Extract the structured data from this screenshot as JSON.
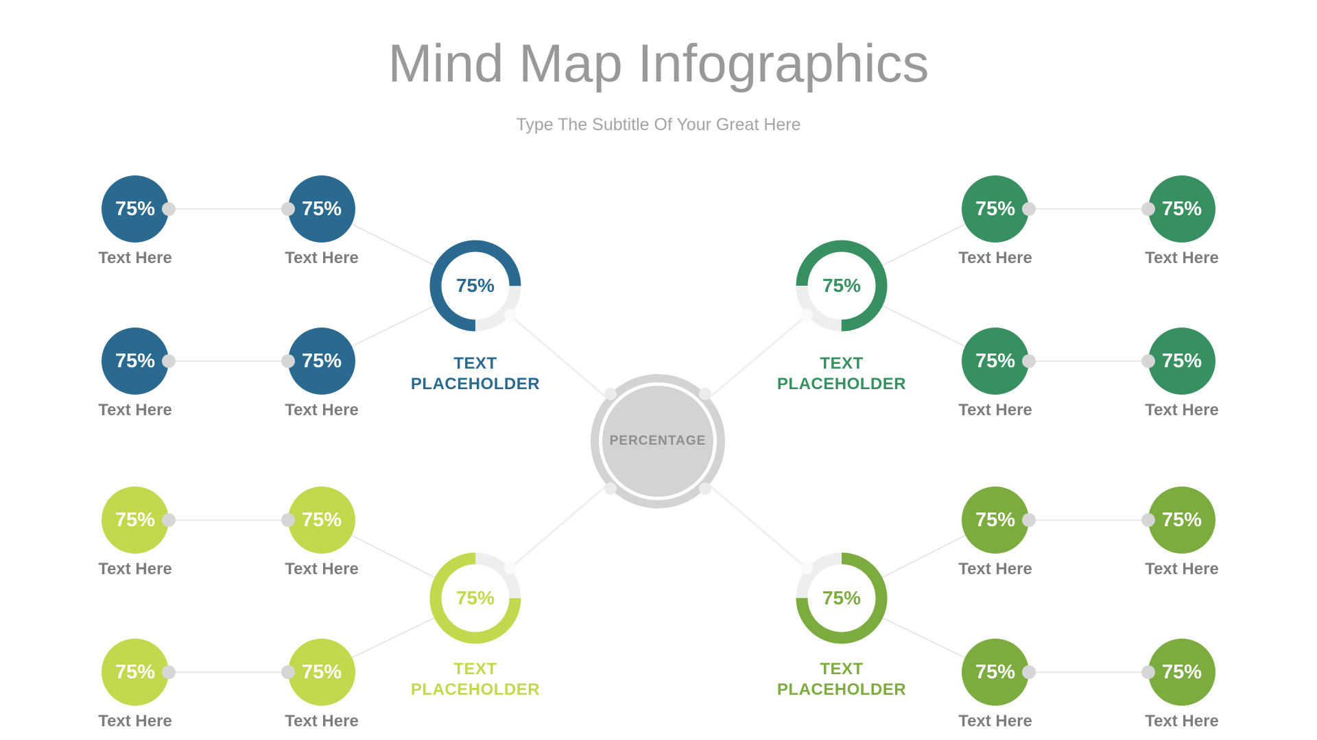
{
  "title": "Mind Map Infographics",
  "subtitle": "Type The Subtitle Of Your Great Here",
  "center": {
    "label": "PERCENTAGE"
  },
  "colors": {
    "blue": "#2a6a90",
    "green": "#37905f",
    "lime": "#c4d84d",
    "olive": "#7cab3f",
    "track": "#eeeeee",
    "line": "#e2e2e2",
    "spoke": "#efefef",
    "dot": "#d6d6d6",
    "center_fill": "#d3d3d3",
    "center_text": "#8e8e8e",
    "center_dot": "#ececec",
    "junction_dot": "#fafafa",
    "node_label": "#7d7d7d",
    "title": "#999999",
    "subtitle": "#a4a4a4"
  },
  "quadrants": [
    {
      "id": "top-left",
      "color": "blue",
      "donut": {
        "percent": "75%",
        "title_line1": "TEXT",
        "title_line2": "PLACEHOLDER"
      },
      "nodes": [
        {
          "percent": "75%",
          "label": "Text Here"
        },
        {
          "percent": "75%",
          "label": "Text Here"
        },
        {
          "percent": "75%",
          "label": "Text Here"
        },
        {
          "percent": "75%",
          "label": "Text Here"
        }
      ]
    },
    {
      "id": "top-right",
      "color": "green",
      "donut": {
        "percent": "75%",
        "title_line1": "TEXT",
        "title_line2": "PLACEHOLDER"
      },
      "nodes": [
        {
          "percent": "75%",
          "label": "Text Here"
        },
        {
          "percent": "75%",
          "label": "Text Here"
        },
        {
          "percent": "75%",
          "label": "Text Here"
        },
        {
          "percent": "75%",
          "label": "Text Here"
        }
      ]
    },
    {
      "id": "bottom-left",
      "color": "lime",
      "donut": {
        "percent": "75%",
        "title_line1": "TEXT",
        "title_line2": "PLACEHOLDER"
      },
      "nodes": [
        {
          "percent": "75%",
          "label": "Text Here"
        },
        {
          "percent": "75%",
          "label": "Text Here"
        },
        {
          "percent": "75%",
          "label": "Text Here"
        },
        {
          "percent": "75%",
          "label": "Text Here"
        }
      ]
    },
    {
      "id": "bottom-right",
      "color": "olive",
      "donut": {
        "percent": "75%",
        "title_line1": "TEXT",
        "title_line2": "PLACEHOLDER"
      },
      "nodes": [
        {
          "percent": "75%",
          "label": "Text Here"
        },
        {
          "percent": "75%",
          "label": "Text Here"
        },
        {
          "percent": "75%",
          "label": "Text Here"
        },
        {
          "percent": "75%",
          "label": "Text Here"
        }
      ]
    }
  ]
}
